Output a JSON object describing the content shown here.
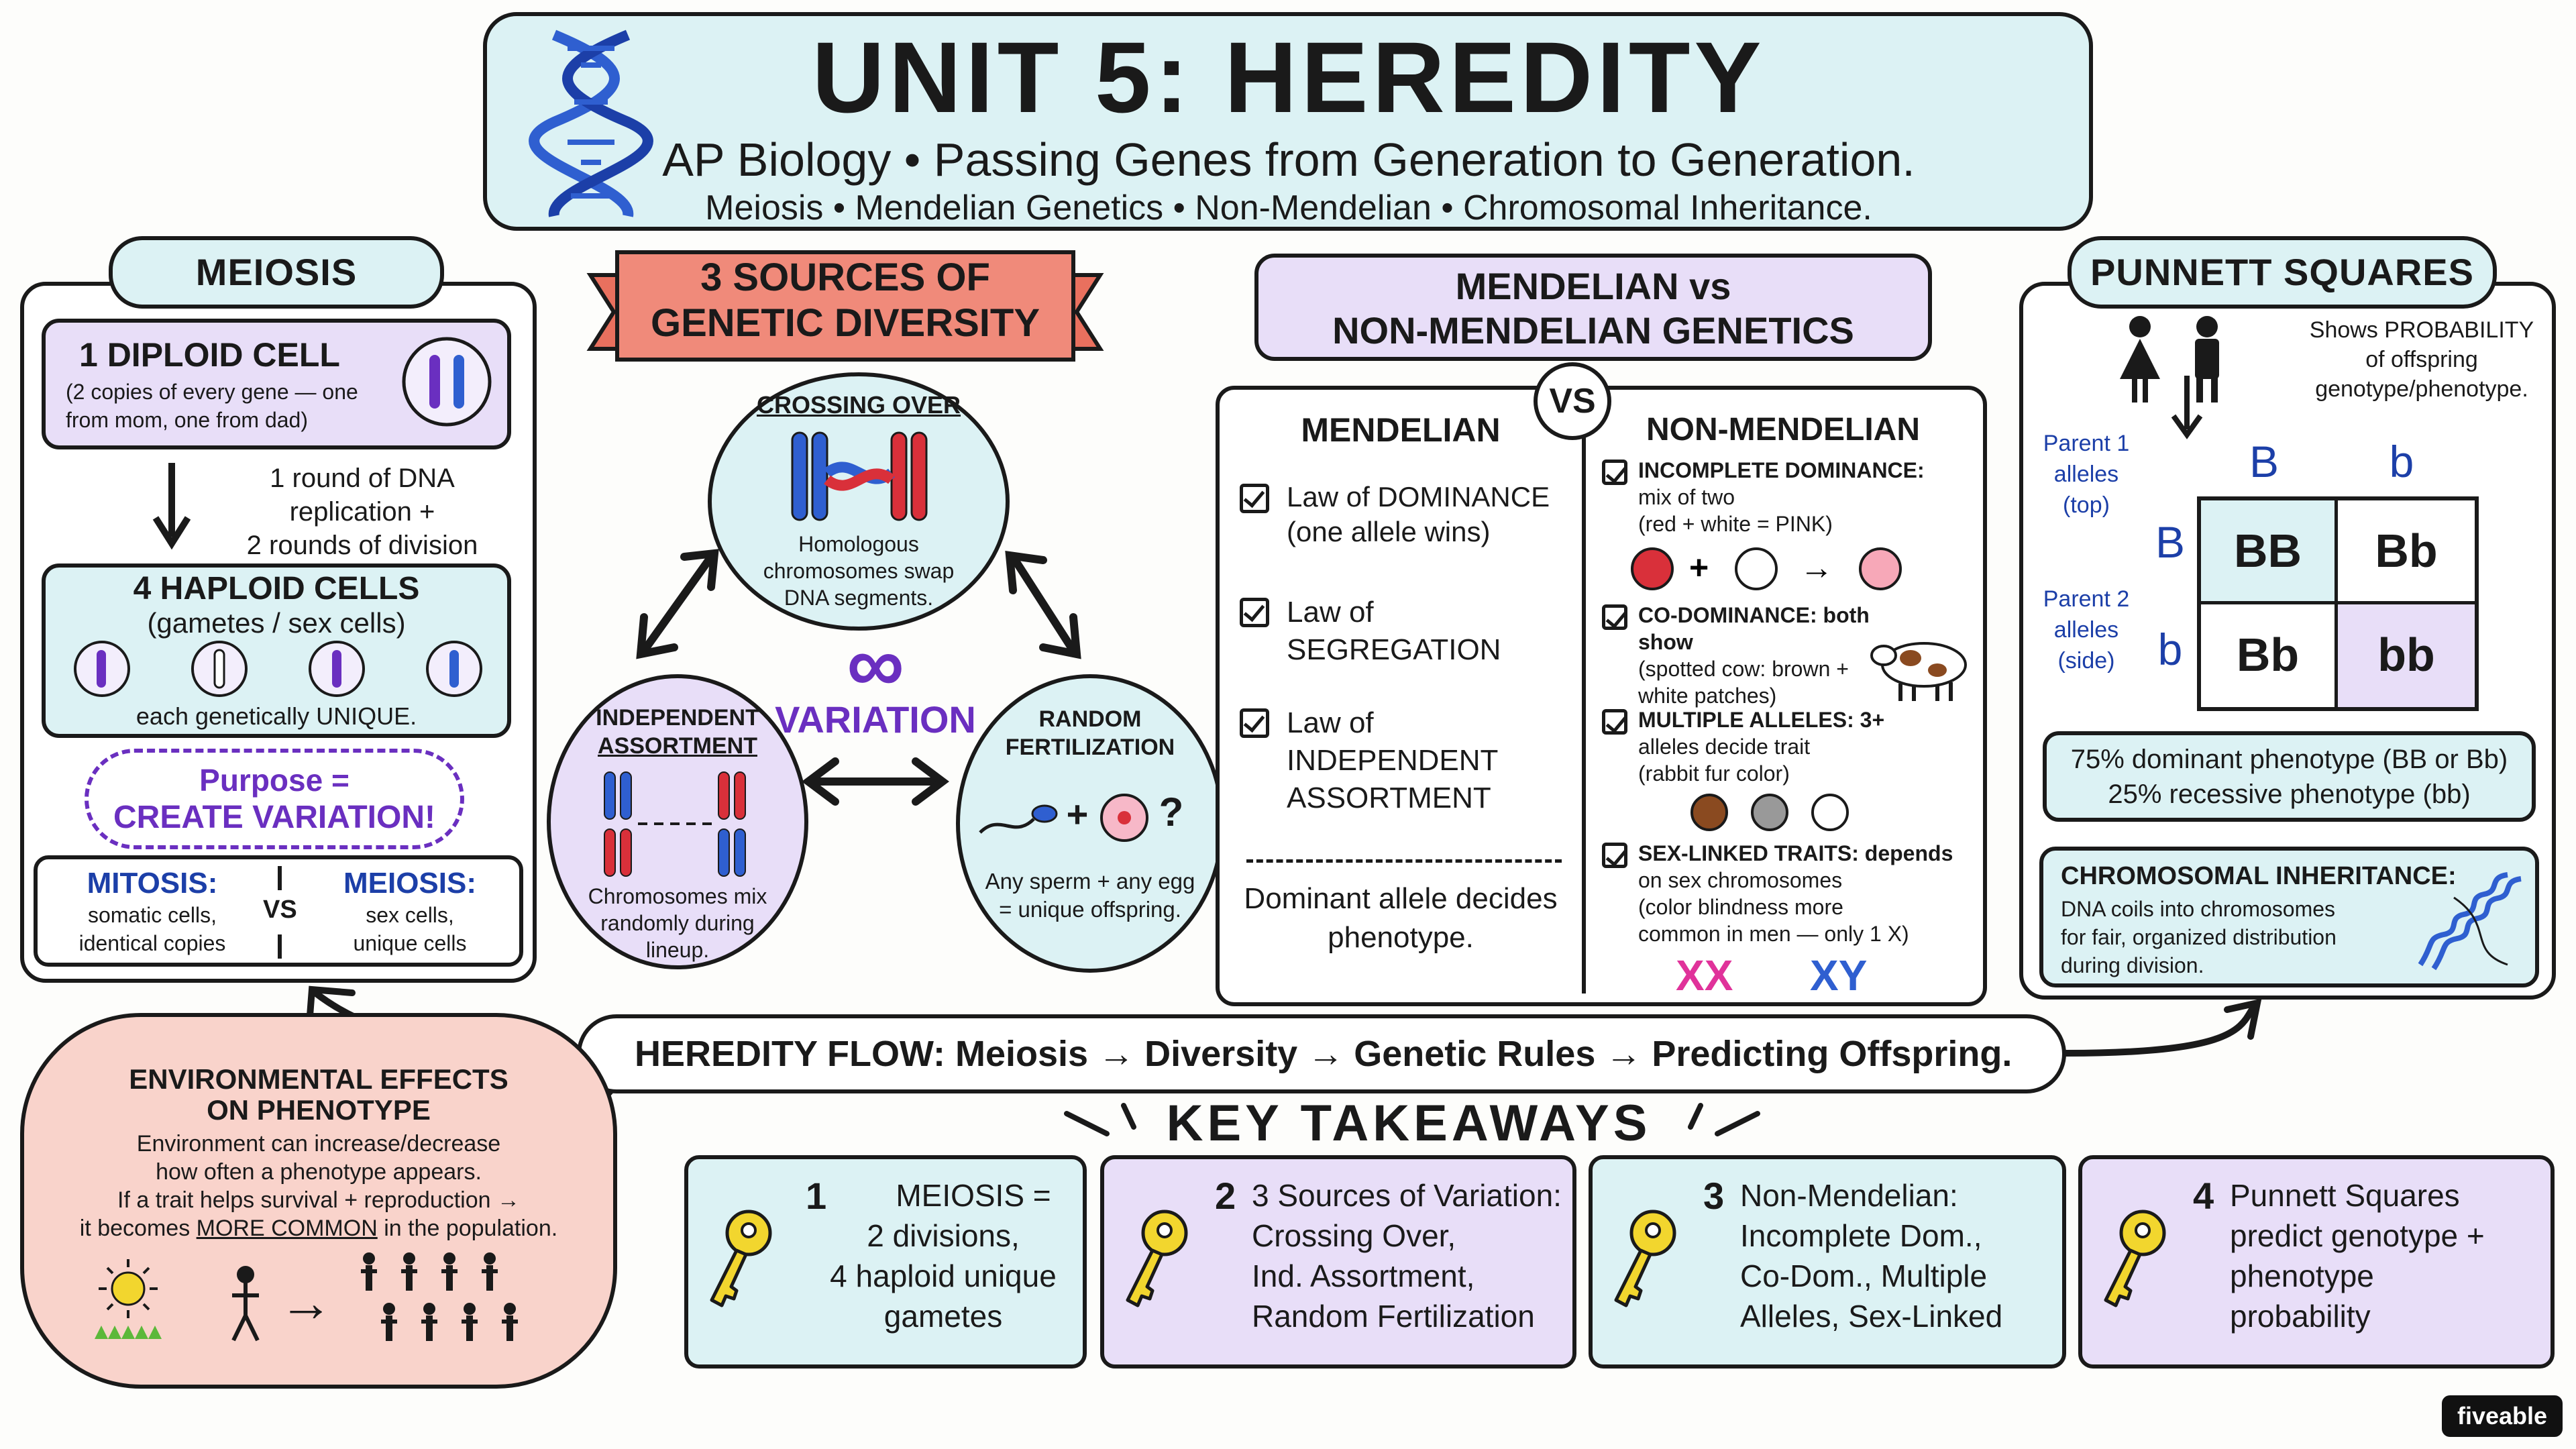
{
  "header": {
    "title": "UNIT 5: HEREDITY",
    "subtitle": "AP Biology • Passing Genes from Generation to Generation.",
    "topics": "Meiosis • Mendelian Genetics • Non-Mendelian • Chromosomal Inheritance."
  },
  "meiosis": {
    "title": "MEIOSIS",
    "diploid_title": "1 DIPLOID CELL",
    "diploid_desc": "(2 copies of every gene — one from mom, one from dad)",
    "step_note_1": "1 round of DNA",
    "step_note_2": "replication +",
    "step_note_3": "2 rounds of division",
    "haploid_title": "4 HAPLOID CELLS",
    "haploid_sub": "(gametes / sex cells)",
    "haploid_note": "each genetically UNIQUE.",
    "purpose_1": "Purpose =",
    "purpose_2": "CREATE VARIATION!",
    "mitosis_label": "MITOSIS:",
    "mitosis_desc_1": "somatic cells,",
    "mitosis_desc_2": "identical copies",
    "vs": "VS",
    "meiosis_label": "MEIOSIS:",
    "meiosis_desc_1": "sex cells,",
    "meiosis_desc_2": "unique cells"
  },
  "diversity": {
    "banner_1": "3 SOURCES OF",
    "banner_2": "GENETIC DIVERSITY",
    "crossing_title": "CROSSING OVER",
    "crossing_desc_1": "Homologous",
    "crossing_desc_2": "chromosomes swap",
    "crossing_desc_3": "DNA segments.",
    "variation": "VARIATION",
    "infinity": "∞",
    "ind_title_1": "INDEPENDENT",
    "ind_title_2": "ASSORTMENT",
    "ind_desc_1": "Chromosomes mix",
    "ind_desc_2": "randomly during",
    "ind_desc_3": "lineup.",
    "rand_title_1": "RANDOM",
    "rand_title_2": "FERTILIZATION",
    "rand_desc_1": "Any sperm + any egg",
    "rand_desc_2": "= unique offspring.",
    "plus": "+",
    "question": "?"
  },
  "mendel": {
    "header_1": "MENDELIAN vs",
    "header_2": "NON-MENDELIAN GENETICS",
    "vs": "VS",
    "left_title": "MENDELIAN",
    "law1_a": "Law of DOMINANCE",
    "law1_b": "(one allele wins)",
    "law2_a": "Law of",
    "law2_b": "SEGREGATION",
    "law3_a": "Law of",
    "law3_b": "INDEPENDENT",
    "law3_c": "ASSORTMENT",
    "bottom_1": "Dominant allele decides",
    "bottom_2": "phenotype.",
    "right_title": "NON-MENDELIAN",
    "inc_title": "INCOMPLETE DOMINANCE:",
    "inc_desc_1": "mix of two",
    "inc_desc_2": "(red + white = PINK)",
    "co_title": "CO-DOMINANCE: both show",
    "co_desc_1": "(spotted cow: brown +",
    "co_desc_2": "white patches)",
    "mult_title": "MULTIPLE ALLELES: 3+",
    "mult_desc_1": "alleles decide trait",
    "mult_desc_2": "(rabbit fur color)",
    "sex_title": "SEX-LINKED TRAITS: depends",
    "sex_desc_1": "on sex chromosomes",
    "sex_desc_2": "(color blindness more",
    "sex_desc_3": "common in men — only 1 X)",
    "xx": "XX",
    "xy": "XY",
    "plus": "+",
    "arrow": "→"
  },
  "punnett": {
    "title": "PUNNETT SQUARES",
    "desc_1": "Shows PROBABILITY",
    "desc_2": "of offspring",
    "desc_3": "genotype/phenotype.",
    "p1_1": "Parent 1",
    "p1_2": "alleles",
    "p1_3": "(top)",
    "p2_1": "Parent 2",
    "p2_2": "alleles",
    "p2_3": "(side)",
    "top_alleles": [
      "B",
      "b"
    ],
    "side_alleles": [
      "B",
      "b"
    ],
    "cells": [
      "BB",
      "Bb",
      "Bb",
      "bb"
    ],
    "ratio_1": "75% dominant phenotype (BB or Bb)",
    "ratio_2": "25% recessive phenotype (bb)",
    "chrom_title": "CHROMOSOMAL INHERITANCE:",
    "chrom_1": "DNA coils into chromosomes",
    "chrom_2": "for fair, organized distribution",
    "chrom_3": "during division."
  },
  "flow": {
    "text": "HEREDITY FLOW: Meiosis → Diversity → Genetic Rules → Predicting Offspring."
  },
  "environment": {
    "title_1": "ENVIRONMENTAL EFFECTS",
    "title_2": "ON PHENOTYPE",
    "desc_1": "Environment can increase/decrease",
    "desc_2": "how often a phenotype appears.",
    "desc_3": "If a trait helps survival + reproduction →",
    "desc_4_a": "it becomes ",
    "desc_4_b": "MORE COMMON",
    "desc_4_c": " in the population.",
    "arrow": "→"
  },
  "takeaways": {
    "title": "KEY TAKEAWAYS",
    "items": [
      {
        "num": "1",
        "l1": "MEIOSIS =",
        "l2": "2 divisions,",
        "l3": "4 haploid unique",
        "l4": "gametes"
      },
      {
        "num": "2",
        "l1": "3 Sources of Variation:",
        "l2": "Crossing Over,",
        "l3": "Ind. Assortment,",
        "l4": "Random Fertilization"
      },
      {
        "num": "3",
        "l1": "Non-Mendelian:",
        "l2": "Incomplete Dom.,",
        "l3": "Co-Dom., Multiple",
        "l4": "Alleles, Sex-Linked"
      },
      {
        "num": "4",
        "l1": "Punnett Squares",
        "l2": "predict genotype +",
        "l3": "phenotype",
        "l4": "probability"
      }
    ]
  },
  "brand": "fiveable",
  "colors": {
    "mint": "#dcf2f4",
    "lavender": "#e8def8",
    "salmon": "#f9d3cb",
    "banner_red": "#f08a7a",
    "purple": "#6a2fc0",
    "blue": "#1c3fa8",
    "chrom_red": "#d9303a",
    "chrom_blue": "#2f5fd0",
    "magenta": "#e0329a",
    "key_yellow": "#f2d62e"
  }
}
